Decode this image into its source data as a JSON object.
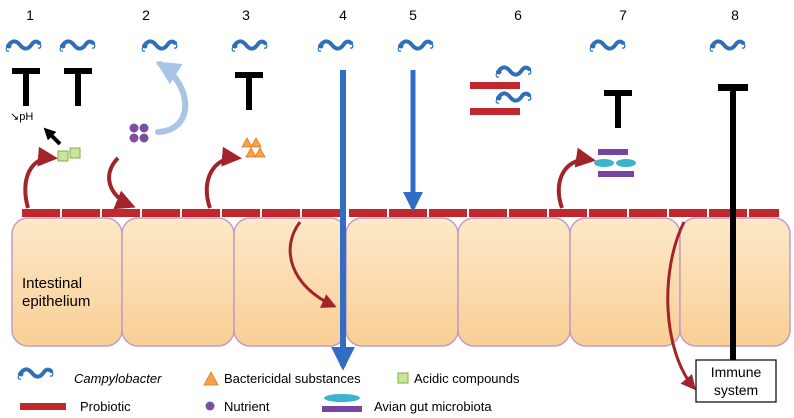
{
  "mechanisms": [
    "1",
    "2",
    "3",
    "4",
    "5",
    "6",
    "7",
    "8"
  ],
  "labels": {
    "ph": "↘pH",
    "epithelium_line1": "Intestinal",
    "epithelium_line2": "epithelium",
    "immune_line1": "Immune",
    "immune_line2": "system"
  },
  "legend": {
    "campylobacter": "Campylobacter",
    "bactericidal": "Bactericidal substances",
    "acidic": "Acidic compounds",
    "probiotic": "Probiotic",
    "nutrient": "Nutrient",
    "microbiota": "Avian gut microbiota"
  },
  "colors": {
    "campylobacter": "#2f6fb7",
    "probiotic": "#c0282d",
    "epithelium_fill": "#fbd9a8",
    "epithelium_stroke": "#c49cc4",
    "blue_arrow": "#2f6ec3",
    "inhibitor": "#000000",
    "bactericidal": "#f7a24b",
    "acidic": "#c9e3a0",
    "nutrient": "#7a4fa0",
    "microbiota_teal": "#3ab4cc",
    "microbiota_purple": "#7446a2",
    "curved_arrow_light": "#a9c4e6"
  }
}
